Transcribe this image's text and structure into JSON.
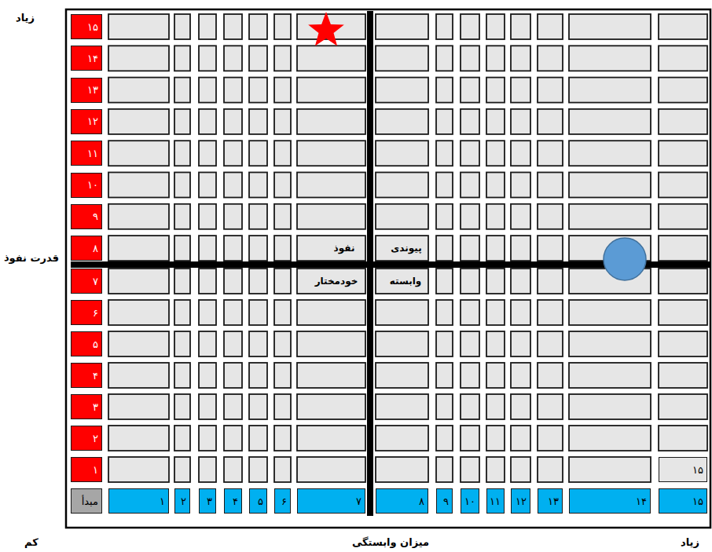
{
  "diagram": {
    "nodes": [
      {
        "text": [
          "۱۵"
        ]
      },
      {
        "text": [
          "۱۴"
        ]
      },
      {
        "text": [
          "۱۳"
        ]
      },
      {
        "text": [
          "۱۲"
        ]
      },
      {
        "text": [
          "۱۱"
        ]
      },
      {
        "text": [
          "۱۰"
        ]
      },
      {
        "text": [
          "۹"
        ]
      },
      {
        "text": [
          "۸"
        ]
      },
      {
        "text": [
          "۷"
        ]
      },
      {
        "text": [
          "۶"
        ]
      },
      {
        "text": [
          "۵"
        ]
      },
      {
        "text": [
          "۴"
        ]
      },
      {
        "text": [
          "۳"
        ]
      },
      {
        "text": [
          "۲"
        ]
      },
      {
        "text": [
          "۱"
        ]
      },
      {
        "text": [
          "۱۵"
        ]
      },
      {
        "text": [
          "مبدأ"
        ]
      },
      {
        "text": [
          "۱"
        ]
      },
      {
        "text": [
          "۲"
        ]
      },
      {
        "text": [
          "۳"
        ]
      },
      {
        "text": [
          "۴"
        ]
      },
      {
        "text": [
          "۵"
        ]
      },
      {
        "text": [
          "۶"
        ]
      },
      {
        "text": [
          "۷"
        ]
      },
      {
        "text": [
          "۸"
        ]
      },
      {
        "text": [
          "۹"
        ]
      },
      {
        "text": [
          "۱۰"
        ]
      },
      {
        "text": [
          "۱۱"
        ]
      },
      {
        "text": [
          "۱۲"
        ]
      },
      {
        "text": [
          "۱۳"
        ]
      },
      {
        "text": [
          "۱۴"
        ]
      },
      {
        "text": [
          "۱۵"
        ]
      }
    ],
    "labels": [
      "زیاد",
      "قدرت نفوذ",
      "نفوذ",
      "پیوندی",
      "خودمختار",
      "وابسته",
      "کم",
      "میزان وابستگی",
      "زیاد"
    ]
  }
}
